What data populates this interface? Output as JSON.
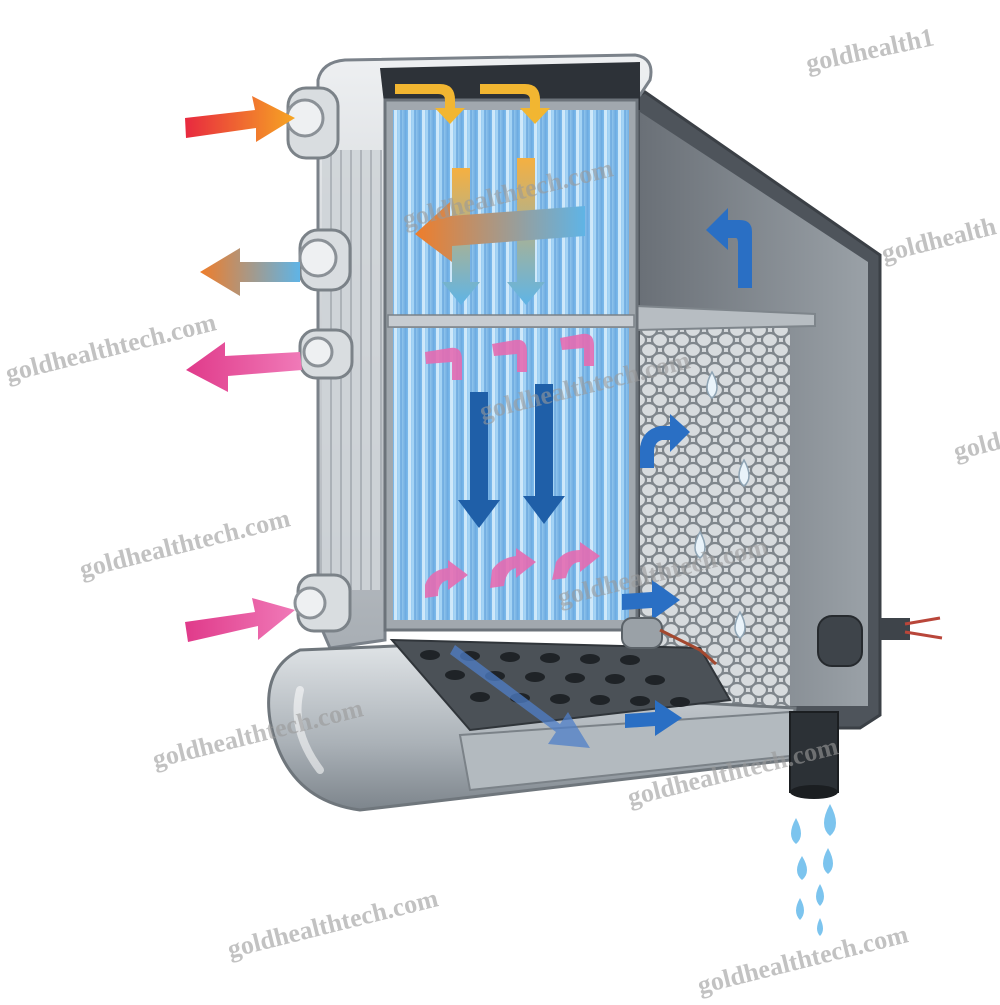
{
  "watermark": {
    "text": "goldhealthtech.com",
    "text_clipped": "goldhealth",
    "text_clipped_2": "goldhealth1",
    "text_clipped_3": "gold"
  },
  "colors": {
    "hot_flow": "#e8552a",
    "warm_flow": "#f5a623",
    "pink_flow": "#e04a9a",
    "blue_flow": "#2a6fc4",
    "coolant_panel": "#8ec5f0",
    "housing": "#c9ced3",
    "housing_dark": "#5e646b",
    "water_drop": "#7cc4ee"
  },
  "icons": {
    "inlet_arrow": "arrow-right",
    "outlet_arrow": "arrow-left",
    "flow_arrow": "curved-arrow",
    "water_drop": "droplet"
  }
}
